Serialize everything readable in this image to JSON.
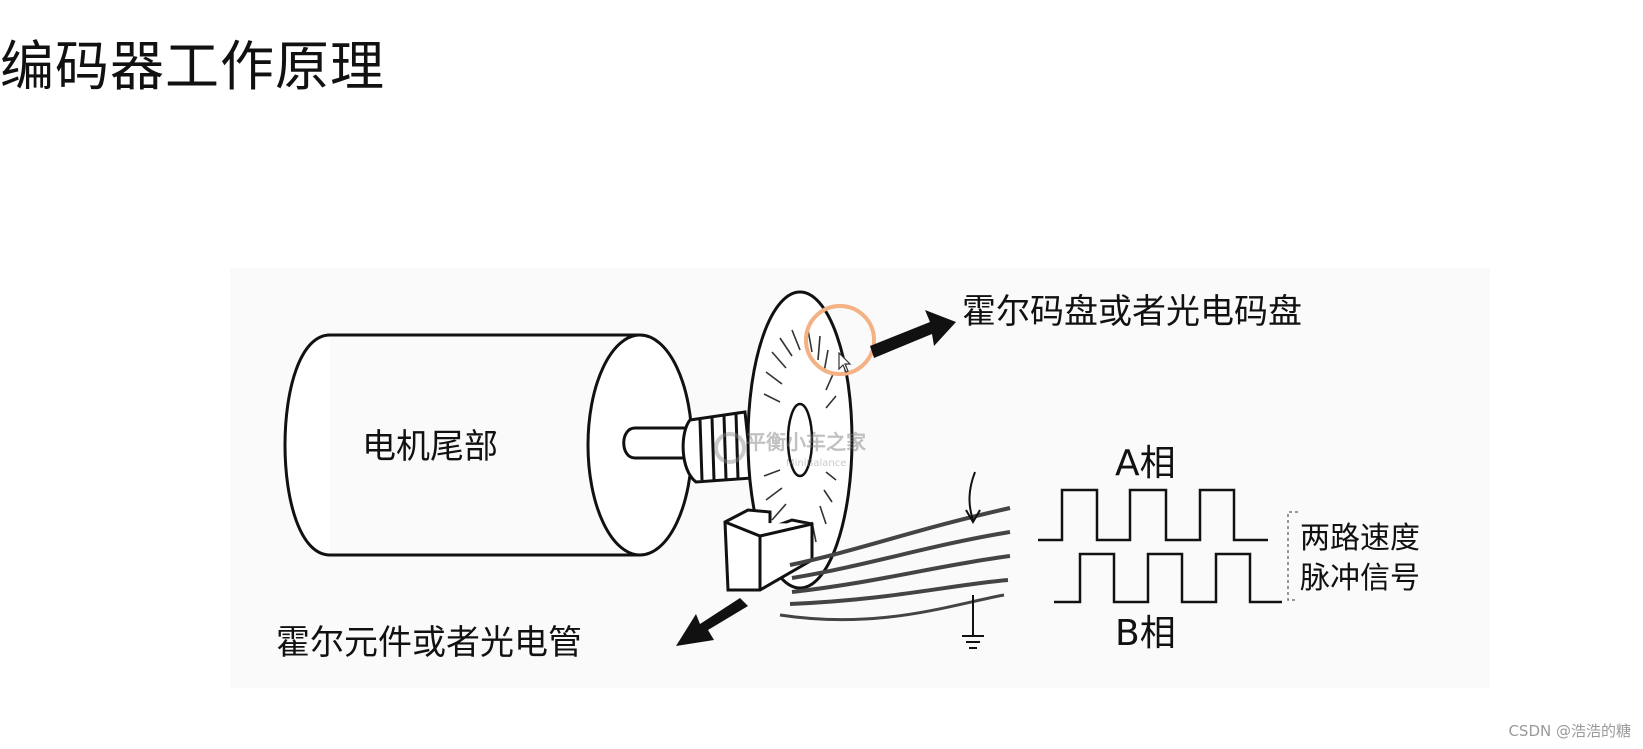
{
  "title": "编码器工作原理",
  "labels": {
    "motor": "电机尾部",
    "disk": "霍尔码盘或者光电码盘",
    "sensor": "霍尔元件或者光电管",
    "phase_a": "A相",
    "phase_b": "B相",
    "signal_line1": "两路速度",
    "signal_line2": "脉冲信号"
  },
  "logo": {
    "cn": "平衡小车之家",
    "en": "MiniBalance"
  },
  "watermark": "CSDN @浩浩的糖",
  "colors": {
    "line": "#111111",
    "highlight_circle": "#f4b183",
    "watermark": "#9a9a9a"
  },
  "icons": {
    "cursor": "mouse-cursor-icon",
    "arrow": "arrow-icon"
  }
}
